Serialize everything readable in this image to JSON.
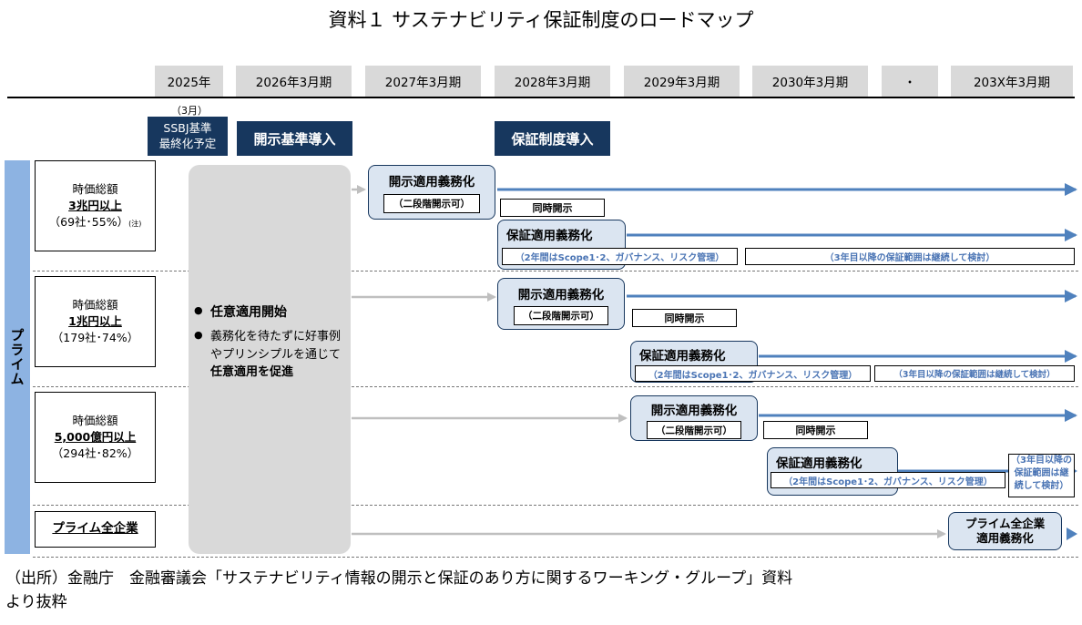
{
  "title": "資料１ サステナビリティ保証制度のロードマップ",
  "timeline": {
    "columns": [
      "2025年",
      "2026年3月期",
      "2027年3月期",
      "2028年3月期",
      "2029年3月期",
      "2030年3月期",
      "・",
      "203X年3月期"
    ]
  },
  "milestones": {
    "ssbj_line1": "（3月）",
    "ssbj_line2": "SSBJ基準",
    "ssbj_line3": "最終化予定",
    "disclosure_standard": "開示基準導入",
    "assurance_system": "保証制度導入"
  },
  "side_label": "プライム",
  "categories": [
    {
      "label": "時価総額",
      "amount": "3兆円以上",
      "count": "（69社･55%）",
      "note": "(注)"
    },
    {
      "label": "時価総額",
      "amount": "1兆円以上",
      "count": "（179社･74%）"
    },
    {
      "label": "時価総額",
      "amount": "5,000億円以上",
      "count": "（294社･82%）"
    },
    {
      "label": "プライム全企業"
    }
  ],
  "voluntary": {
    "bullet1": "任意適用開始",
    "bullet2_a": "義務化を待たずに好事例やプリンシプルを通じて",
    "bullet2_b": "任意適用",
    "bullet2_c": "を促進"
  },
  "stages": {
    "disclosure_mandate": "開示適用義務化",
    "two_stage": "（二段階開示可）",
    "simultaneous": "同時開示",
    "assurance_mandate": "保証適用義務化",
    "assurance_scope": "（2年間はScope1･2、ガバナンス、リスク管理）",
    "later_scope": "（3年目以降の保証範囲は継続して検討）",
    "later_scope_l1": "（3年目以降の",
    "later_scope_l2": "保証範囲は継",
    "later_scope_l3": "続して検討）",
    "prime_all_l1": "プライム全企業",
    "prime_all_l2": "適用義務化"
  },
  "colors": {
    "arrow_blue": "#4f81bd",
    "arrow_gray": "#bfbfbf",
    "band_blue": "#8db3e2",
    "milestone_navy": "#17375e",
    "stage_fill": "#dbe5f1"
  },
  "footer": {
    "line1": "（出所）金融庁　金融審議会「サステナビリティ情報の開示と保証のあり方に関するワーキング・グループ」資料",
    "line2": "より抜粋"
  }
}
